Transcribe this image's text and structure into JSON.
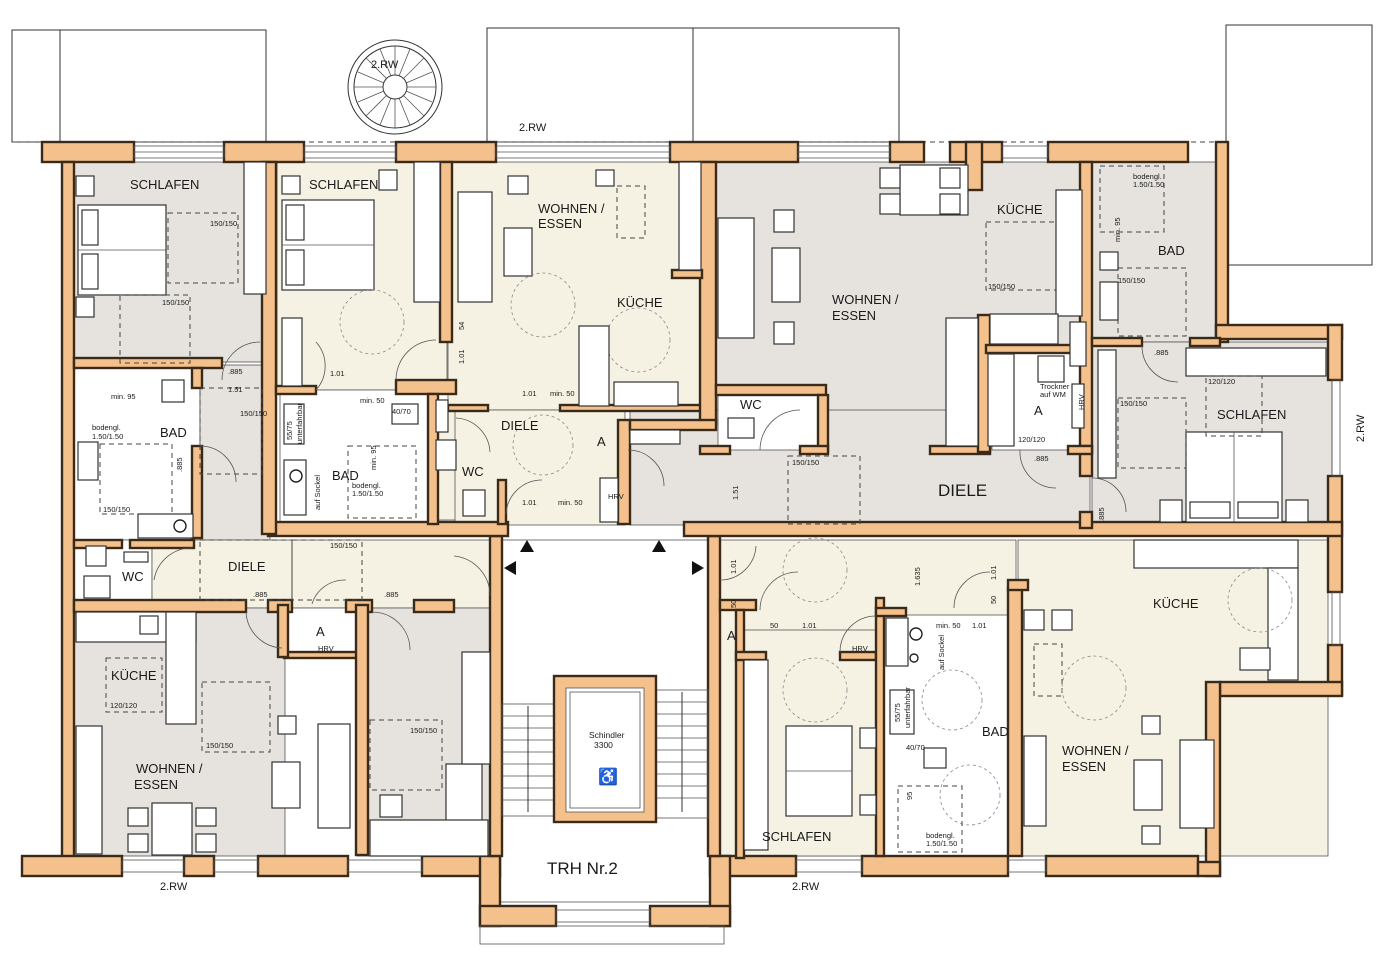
{
  "plan": {
    "staircase_label": "TRH Nr.2",
    "elevator": {
      "brand": "Schindler",
      "model": "3300"
    },
    "rw_labels": [
      "2.RW",
      "2.RW",
      "2.RW",
      "2.RW",
      "2.RW"
    ],
    "rooms": {
      "schlafen": "SCHLAFEN",
      "wohnen_line1": "WOHNEN /",
      "essen": "ESSEN",
      "kueche": "KÜCHE",
      "bad": "BAD",
      "wc": "WC",
      "diele": "DIELE",
      "a": "A"
    },
    "notes": {
      "bodengl_line1": "bodengl.",
      "bodengl_line2": "1.50/1.50",
      "min95": "min. 95",
      "min50": "min. 50",
      "trockner_line1": "Trockner",
      "trockner_line2": "auf WM",
      "hrv": "HRV",
      "unterfahrbar": "unterfahrbar",
      "auf_sockel": "auf Sockel"
    },
    "dimensions": {
      "d150": "150/150",
      "d120": "120/120",
      "d885": ".885",
      "d101": "1.01",
      "d151": "1.51",
      "d50": "50",
      "d54": "54",
      "d55_75": "55/75",
      "d40_70": "40/70",
      "d95": "95",
      "d1635": "1.635"
    }
  }
}
